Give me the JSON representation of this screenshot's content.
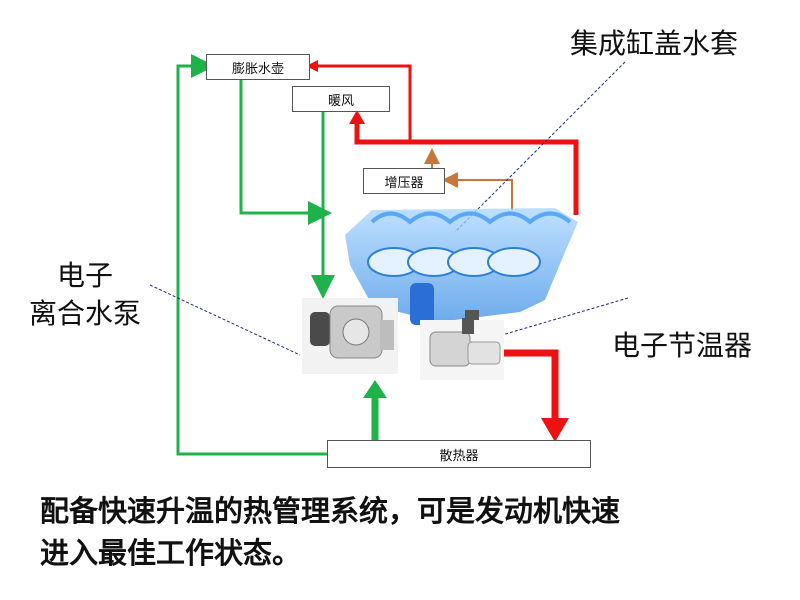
{
  "boxes": {
    "expansion_tank": "膨胀水壶",
    "heater": "暖风",
    "turbocharger": "增压器",
    "radiator": "散热器"
  },
  "labels": {
    "water_jacket": "集成缸盖水套",
    "pump_line1": "电子",
    "pump_line2": "离合水泵",
    "thermostat": "电子节温器"
  },
  "caption": {
    "line1": "配备快速升温的热管理系统，可是发动机快速",
    "line2": "进入最佳工作状态。"
  },
  "colors": {
    "green_flow": "#1db34a",
    "red_flow": "#ee1111",
    "orange_flow": "#c8773a",
    "engine_blue": "#3d8fe6"
  }
}
